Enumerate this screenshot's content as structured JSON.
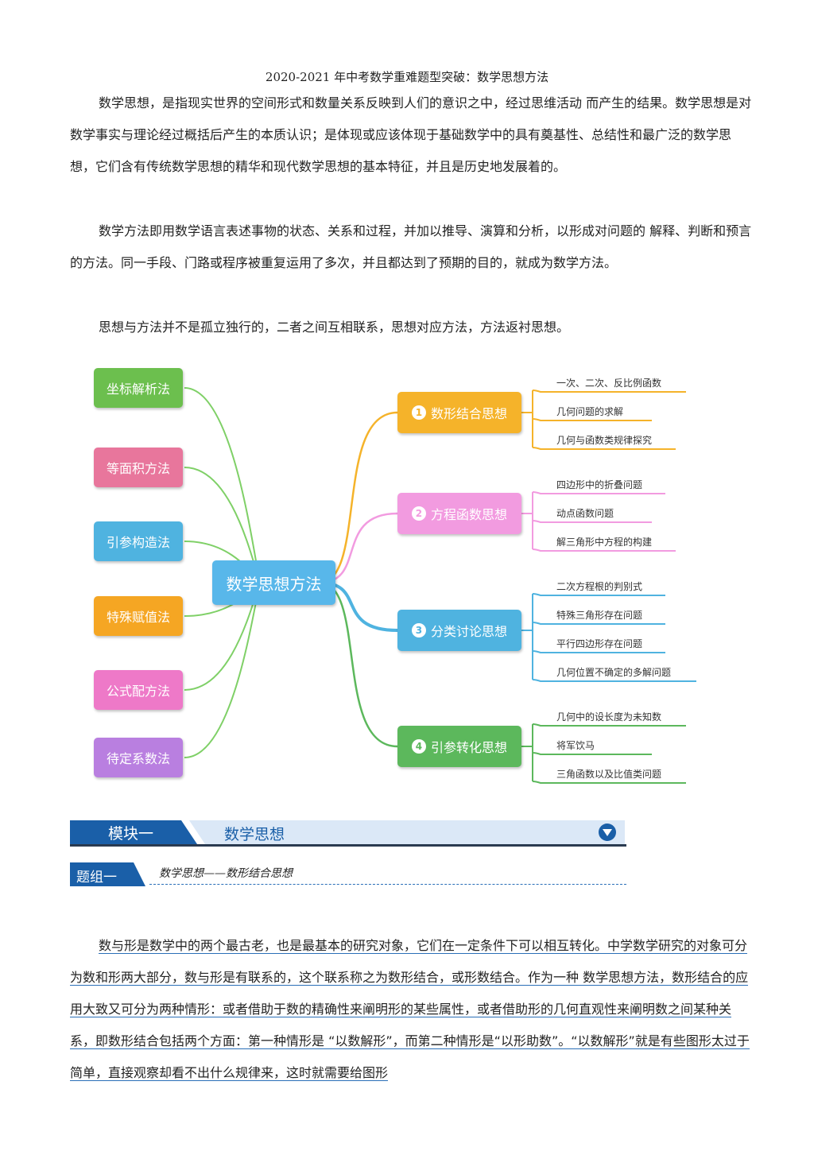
{
  "doc": {
    "title": "2020-2021 年中考数学重难题型突破：数学思想方法",
    "p1": "数学思想，是指现实世界的空间形式和数量关系反映到人们的意识之中，经过思维活动 而产生的结果。数学思想是对数学事实与理论经过概括后产生的本质认识；是体现或应该体现于基础数学中的具有奠基性、总结性和最广泛的数学思想，它们含有传统数学思想的精华和现代数学思想的基本特征，并且是历史地发展着的。",
    "p2": "数学方法即用数学语言表述事物的状态、关系和过程，并加以推导、演算和分析，以形成对问题的 解释、判断和预言的方法。同一手段、门路或程序被重复运用了多次，并且都达到了预期的目的，就成为数学方法。",
    "p3": "思想与方法并不是孤立独行的，二者之间互相联系，思想对应方法，方法返衬思想。",
    "p4": "数与形是数学中的两个最古老，也是最基本的研究对象，它们在一定条件下可以相互转化。中学数学研究的对象可分为数和形两大部分，数与形是有联系的，这个联系称之为数形结合，或形数结合。作为一种 数学思想方法，数形结合的应用大致又可分为两种情形：或者借助于数的精确性来阐明形的某些属性，或者借助形的几何直观性来阐明数之间某种关系，即数形结合包括两个方面：第一种情形是 “以数解形”，而第二种情形是“以形助数”。“以数解形”就是有些图形太过于简单，直接观察却看不出什么规律来，这时就需要给图形"
  },
  "mindmap": {
    "center": "数学思想方法",
    "methods": [
      "坐标解析法",
      "等面积方法",
      "引参构造法",
      "特殊赋值法",
      "公式配方法",
      "待定系数法"
    ],
    "method_colors": [
      "#6cbf4e",
      "#e8769c",
      "#4fb3e0",
      "#f5a623",
      "#ee79c8",
      "#b97fe0"
    ],
    "ideas": [
      {
        "num": "1",
        "label": "数形结合思想",
        "color": "#f5b32a",
        "leaves": [
          "一次、二次、反比例函数",
          "几何问题的求解",
          "几何与函数类规律探究"
        ]
      },
      {
        "num": "2",
        "label": "方程函数思想",
        "color": "#f29be0",
        "leaves": [
          "四边形中的折叠问题",
          "动点函数问题",
          "解三角形中方程的构建"
        ]
      },
      {
        "num": "3",
        "label": "分类讨论思想",
        "color": "#4fb3e0",
        "leaves": [
          "二次方程根的判别式",
          "特殊三角形存在问题",
          "平行四边形存在问题",
          "几何位置不确定的多解问题"
        ]
      },
      {
        "num": "4",
        "label": "引参转化思想",
        "color": "#5cb85c",
        "leaves": [
          "几何中的设长度为未知数",
          "将军饮马",
          "三角函数以及比值类问题"
        ]
      }
    ]
  },
  "module": {
    "label": "模块一",
    "title": "数学思想"
  },
  "group": {
    "label": "题组一",
    "title": "数学思想——数形结合思想"
  }
}
